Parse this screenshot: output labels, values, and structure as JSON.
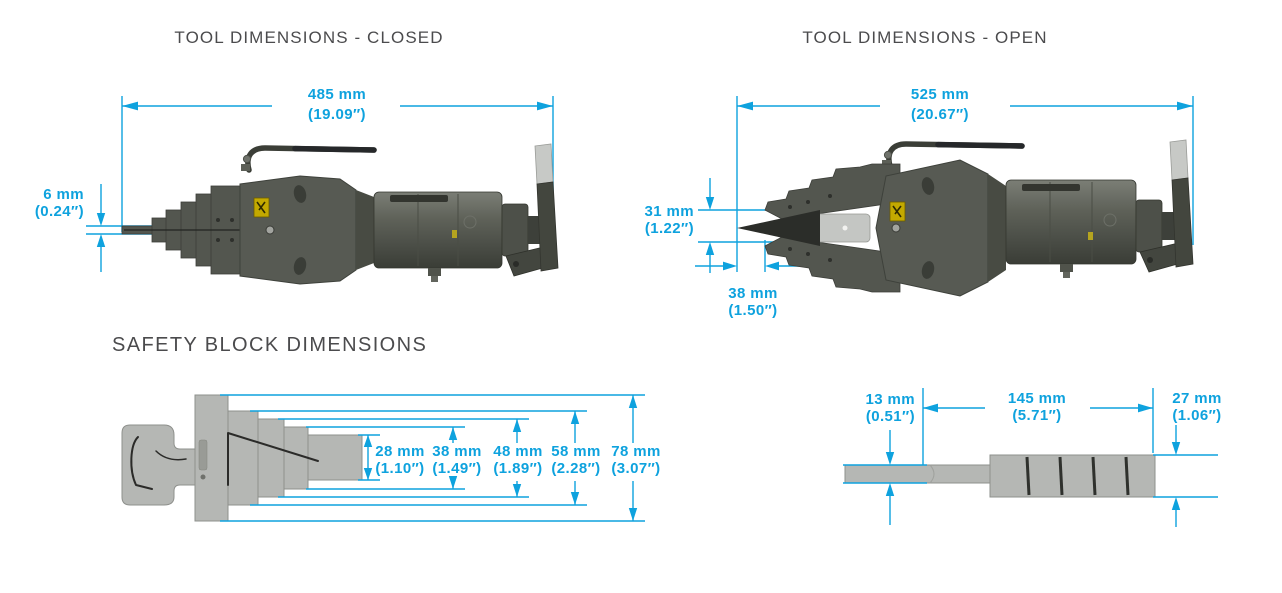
{
  "colors": {
    "dimension_cyan": "#0ea2de",
    "title_gray": "#4b4b4d",
    "tool_body_gray": "#575a53",
    "block_gray": "#b5b7b4",
    "warning_label_yellow": "#b5a41f"
  },
  "sections": {
    "closed": {
      "title": "TOOL DIMENSIONS - CLOSED",
      "length": {
        "mm": "485 mm",
        "in": "(19.09″)"
      },
      "tip": {
        "mm": "6 mm",
        "in": "(0.24″)"
      }
    },
    "open": {
      "title": "TOOL DIMENSIONS - OPEN",
      "length": {
        "mm": "525 mm",
        "in": "(20.67″)"
      },
      "spread": {
        "mm": "31 mm",
        "in": "(1.22″)"
      },
      "reach": {
        "mm": "38 mm",
        "in": "(1.50″)"
      }
    },
    "safety_block": {
      "title": "SAFETY BLOCK DIMENSIONS",
      "steps": [
        {
          "mm": "28 mm",
          "in": "(1.10″)"
        },
        {
          "mm": "38 mm",
          "in": "(1.49″)"
        },
        {
          "mm": "48 mm",
          "in": "(1.89″)"
        },
        {
          "mm": "58 mm",
          "in": "(2.28″)"
        },
        {
          "mm": "78 mm",
          "in": "(3.07″)"
        }
      ],
      "side": {
        "tab": {
          "mm": "13 mm",
          "in": "(0.51″)"
        },
        "length": {
          "mm": "145 mm",
          "in": "(5.71″)"
        },
        "height": {
          "mm": "27 mm",
          "in": "(1.06″)"
        }
      }
    }
  }
}
